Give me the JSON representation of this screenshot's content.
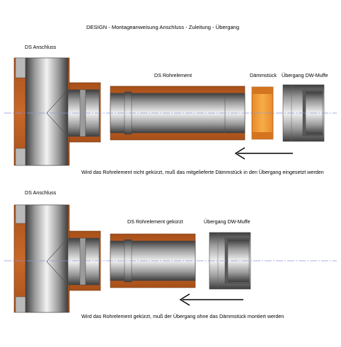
{
  "title": "DESIGN - Montageanweisung Anschluss - Zuleitung - Übergang",
  "colors": {
    "insulation": "#c0621f",
    "insulation_dark": "#8a4412",
    "insulation_light": "#f29a2e",
    "steel_dark": "#4a4a4a",
    "steel_mid": "#a8a8a8",
    "steel_light": "#e8e8e8",
    "axis": "#8a95d8"
  },
  "section1": {
    "label_connection": "DS Anschluss",
    "label_pipe": "DS Rohrelement",
    "label_insulation": "Dämmstück",
    "label_transition": "Übergang DW-Muffe",
    "note": "Wird das Rohrelement nicht gekürzt, muß das mitgelieferte Dämmstück in den Übergang eingesetzt werden",
    "arrow_direction": "left-arrow-icon"
  },
  "section2": {
    "label_connection": "DS Anschluss",
    "label_pipe": "DS Rohrelement gekürzt",
    "label_transition": "Übergang DW-Muffe",
    "note": "Wird das Rohrelement gekürzt, muß der Übergang ohne das Dämmstück montiert werden",
    "arrow_direction": "left-arrow-icon"
  }
}
